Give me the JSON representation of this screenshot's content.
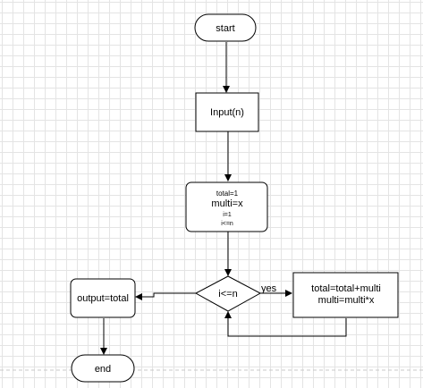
{
  "nodes": {
    "start": {
      "label": "start"
    },
    "input": {
      "label": "Input(n)"
    },
    "init": {
      "line1": "total=1",
      "line2": "multi=x",
      "line3": "i=1",
      "line4": "i<=n"
    },
    "decision": {
      "label": "i<=n"
    },
    "process": {
      "line1": "total=total+multi",
      "line2": "multi=multi*x"
    },
    "output": {
      "label": "output=total"
    },
    "end": {
      "label": "end"
    }
  },
  "edges": {
    "yes_label": "yes"
  },
  "colors": {
    "stroke": "#000000",
    "fill": "#ffffff",
    "grid": "#e4e4e4"
  }
}
